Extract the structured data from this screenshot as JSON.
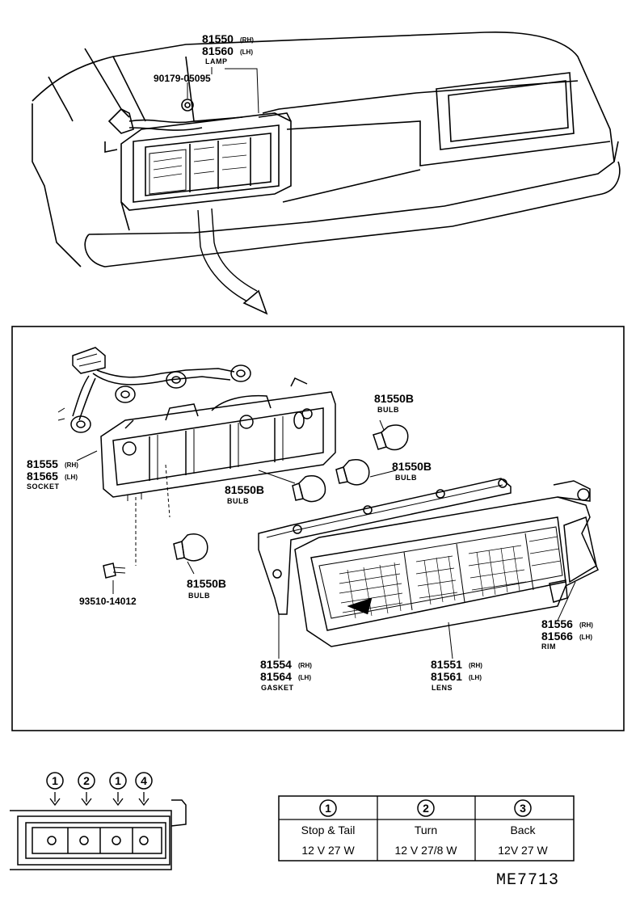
{
  "callouts": {
    "lamp": {
      "rh": "81550",
      "rh_side": "(RH)",
      "lh": "81560",
      "lh_side": "(LH)",
      "caption": "LAMP"
    },
    "nut": {
      "number": "90179-05095"
    },
    "socket": {
      "rh": "81555",
      "rh_side": "(RH)",
      "lh": "81565",
      "lh_side": "(LH)",
      "caption": "SOCKET"
    },
    "bulb_top": {
      "number": "81550B",
      "caption": "BULB"
    },
    "bulb_right": {
      "number": "81550B",
      "caption": "BULB"
    },
    "bulb_mid": {
      "number": "81550B",
      "caption": "BULB"
    },
    "bulb_low": {
      "number": "81550B",
      "caption": "BULB"
    },
    "screw": {
      "number": "93510-14012"
    },
    "rim": {
      "rh": "81556",
      "rh_side": "(RH)",
      "lh": "81566",
      "lh_side": "(LH)",
      "caption": "RIM"
    },
    "gasket": {
      "rh": "81554",
      "rh_side": "(RH)",
      "lh": "81564",
      "lh_side": "(LH)",
      "caption": "GASKET"
    },
    "lens": {
      "rh": "81551",
      "rh_side": "(RH)",
      "lh": "81561",
      "lh_side": "(LH)",
      "caption": "LENS"
    }
  },
  "position_markers": [
    "1",
    "2",
    "1",
    "4"
  ],
  "bulb_table": {
    "columns": [
      {
        "num": "1",
        "func": "Stop & Tail",
        "spec": "12 V 27 W"
      },
      {
        "num": "2",
        "func": "Turn",
        "spec": "12 V 27/8 W"
      },
      {
        "num": "3",
        "func": "Back",
        "spec": "12V 27 W"
      }
    ]
  },
  "diagram_ref": "ME7713"
}
